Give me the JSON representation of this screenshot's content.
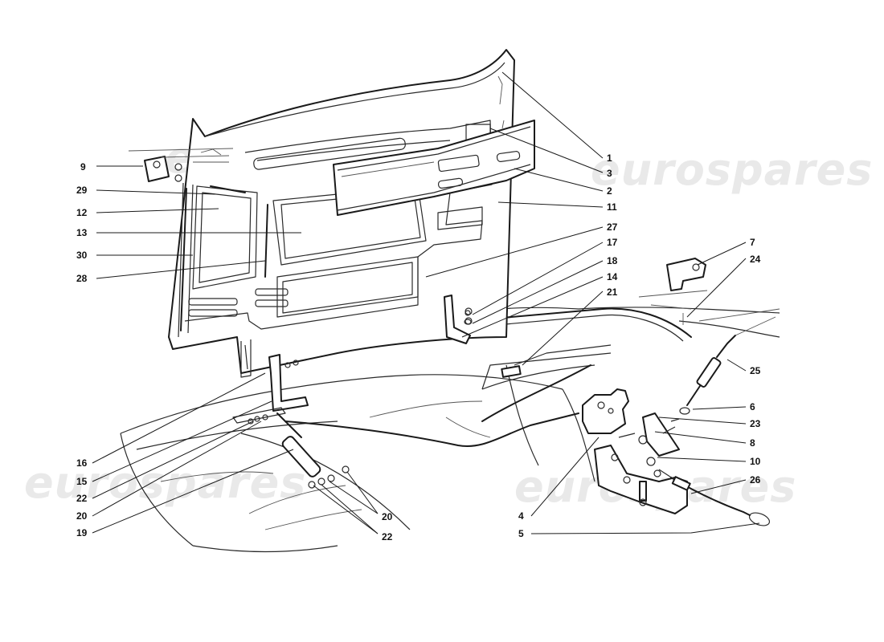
{
  "watermark": {
    "text": "eurospares"
  },
  "labels": {
    "p1": "1",
    "p2": "2",
    "p3": "3",
    "p4": "4",
    "p5": "5",
    "p6": "6",
    "p7": "7",
    "p8": "8",
    "p9": "9",
    "p10": "10",
    "p11": "11",
    "p12": "12",
    "p13": "13",
    "p14": "14",
    "p15": "15",
    "p16": "16",
    "p17": "17",
    "p18": "18",
    "p19": "19",
    "p20a": "20",
    "p20b": "20",
    "p21": "21",
    "p22a": "22",
    "p22b": "22",
    "p23": "23",
    "p24": "24",
    "p25": "25",
    "p26": "26",
    "p27": "27",
    "p28": "28",
    "p29": "29",
    "p30": "30"
  }
}
